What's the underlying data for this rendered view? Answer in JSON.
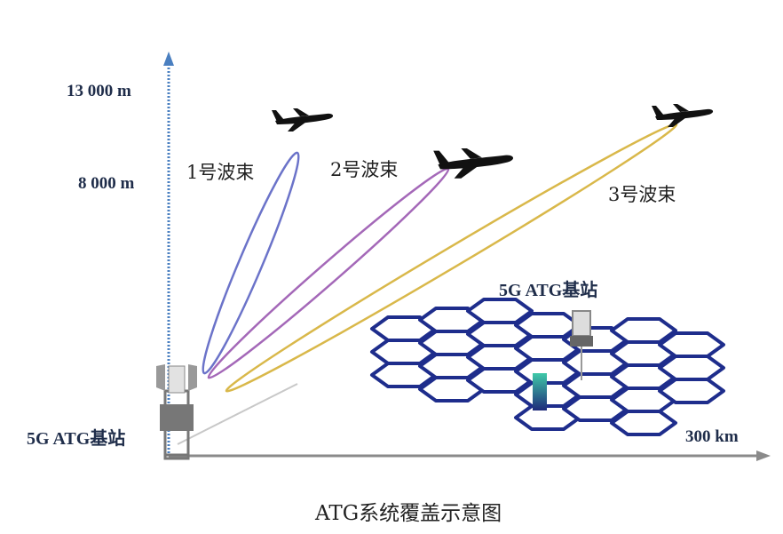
{
  "axis": {
    "y_top_label": "13 000 m",
    "y_mid_label": "8 000 m",
    "x_label": "300 km"
  },
  "beams": [
    {
      "label": "1号波束",
      "color": "#6b73c9"
    },
    {
      "label": "2号波束",
      "color": "#a468b8"
    },
    {
      "label": "3号波束",
      "color": "#d9b84a"
    }
  ],
  "stations": {
    "left_label": "5G ATG基站",
    "grid_label": "5G ATG基站"
  },
  "caption": "ATG系统覆盖示意图",
  "colors": {
    "axis_blue": "#4a7fc0",
    "hex_blue": "#1e2d8c",
    "label": "#1f2d4a"
  }
}
